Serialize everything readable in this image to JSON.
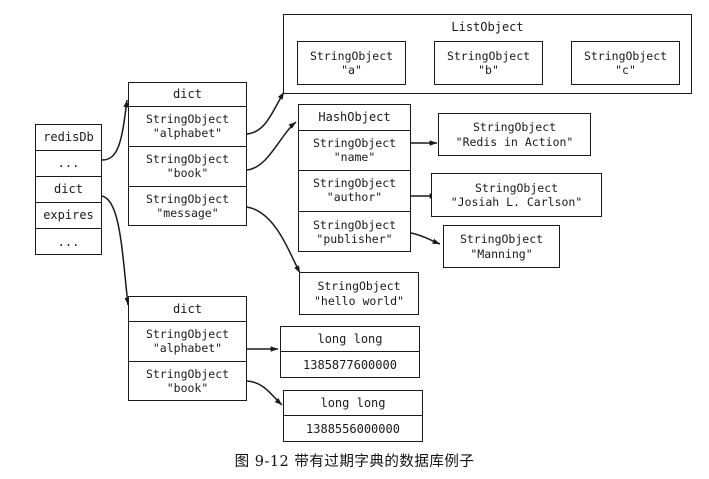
{
  "figure": {
    "caption": "图 9-12  带有过期字典的数据库例子"
  },
  "redis_db": {
    "name": "redisDb-struct",
    "rows": [
      {
        "label": "redisDb"
      },
      {
        "label": "..."
      },
      {
        "label": "dict"
      },
      {
        "label": "expires"
      },
      {
        "label": "..."
      }
    ]
  },
  "main_dict": {
    "header": "dict",
    "entries": [
      {
        "type": "StringObject",
        "value": "\"alphabet\""
      },
      {
        "type": "StringObject",
        "value": "\"book\""
      },
      {
        "type": "StringObject",
        "value": "\"message\""
      }
    ]
  },
  "expires_dict": {
    "header": "dict",
    "entries": [
      {
        "type": "StringObject",
        "value": "\"alphabet\""
      },
      {
        "type": "StringObject",
        "value": "\"book\""
      }
    ]
  },
  "list_object": {
    "title": "ListObject",
    "items": [
      {
        "type": "StringObject",
        "value": "\"a\""
      },
      {
        "type": "StringObject",
        "value": "\"b\""
      },
      {
        "type": "StringObject",
        "value": "\"c\""
      }
    ]
  },
  "hash_object": {
    "header": "HashObject",
    "fields": [
      {
        "type": "StringObject",
        "value": "\"name\""
      },
      {
        "type": "StringObject",
        "value": "\"author\""
      },
      {
        "type": "StringObject",
        "value": "\"publisher\""
      }
    ]
  },
  "hash_values": [
    {
      "type": "StringObject",
      "value": "\"Redis in Action\""
    },
    {
      "type": "StringObject",
      "value": "\"Josiah L. Carlson\""
    },
    {
      "type": "StringObject",
      "value": "\"Manning\""
    }
  ],
  "message_value": {
    "type": "StringObject",
    "value": "\"hello world\""
  },
  "expire_values": [
    {
      "type": "long long",
      "value": "1385877600000"
    },
    {
      "type": "long long",
      "value": "1388556000000"
    }
  ],
  "colors": {
    "stroke": "#1a1a1a",
    "background": "#ffffff"
  }
}
